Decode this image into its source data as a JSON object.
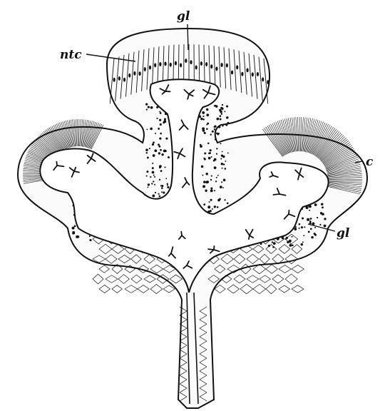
{
  "figure": {
    "labels": {
      "gl_top": "gl",
      "ntc": "ntc",
      "right_edge": "c",
      "gl_right": "gl"
    },
    "colors": {
      "ink": "#111111",
      "background": "#ffffff",
      "stroma_fill": "#ffffff",
      "cilia": "#222222"
    }
  }
}
